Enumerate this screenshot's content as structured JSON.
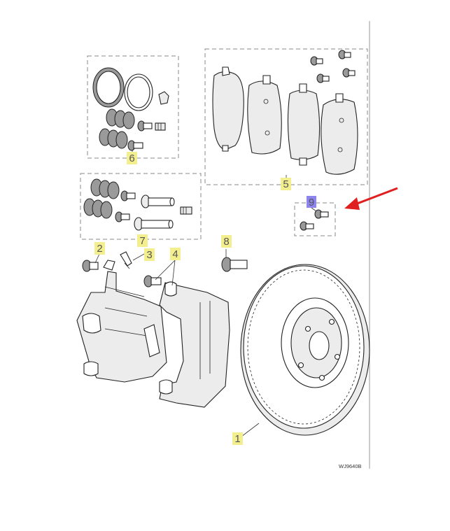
{
  "diagram": {
    "reference_code": "WJ9640B",
    "colors": {
      "callout_highlight": "#f3ef8e",
      "selected_highlight": "#8e84ee",
      "arrow": "#e02020"
    },
    "callouts": [
      {
        "id": "1",
        "label": "1",
        "part": "brake-disc"
      },
      {
        "id": "2",
        "label": "2",
        "part": "caliper-bolt"
      },
      {
        "id": "3",
        "label": "3",
        "part": "bleed-screw"
      },
      {
        "id": "4",
        "label": "4",
        "part": "caliper-carrier"
      },
      {
        "id": "5",
        "label": "5",
        "part": "brake-pad-kit"
      },
      {
        "id": "6",
        "label": "6",
        "part": "caliper-seal-kit"
      },
      {
        "id": "7",
        "label": "7",
        "part": "guide-pin-kit"
      },
      {
        "id": "8",
        "label": "8",
        "part": "carrier-bolt"
      },
      {
        "id": "9",
        "label": "9",
        "part": "pad-bolt-kit",
        "selected": true
      }
    ]
  }
}
